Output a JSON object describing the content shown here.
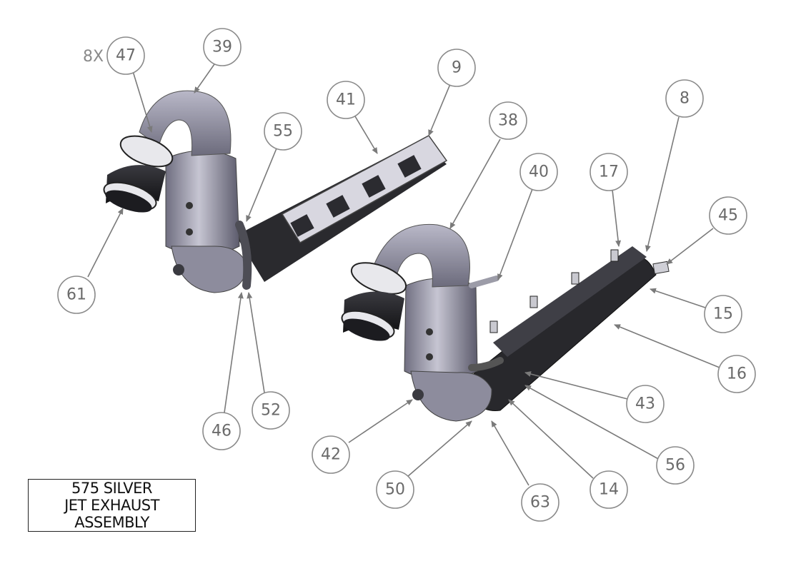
{
  "title_block": {
    "line1": "575 SILVER",
    "line2": "JET EXHAUST",
    "line3": "ASSEMBLY"
  },
  "quantity_note": "8X",
  "balloons": [
    {
      "id": "b47",
      "label": "47"
    },
    {
      "id": "b39",
      "label": "39"
    },
    {
      "id": "b9",
      "label": "9"
    },
    {
      "id": "b41",
      "label": "41"
    },
    {
      "id": "b38",
      "label": "38"
    },
    {
      "id": "b55",
      "label": "55"
    },
    {
      "id": "b8",
      "label": "8"
    },
    {
      "id": "b40",
      "label": "40"
    },
    {
      "id": "b17",
      "label": "17"
    },
    {
      "id": "b45",
      "label": "45"
    },
    {
      "id": "b61",
      "label": "61"
    },
    {
      "id": "b15",
      "label": "15"
    },
    {
      "id": "b16",
      "label": "16"
    },
    {
      "id": "b52",
      "label": "52"
    },
    {
      "id": "b46",
      "label": "46"
    },
    {
      "id": "b43",
      "label": "43"
    },
    {
      "id": "b42",
      "label": "42"
    },
    {
      "id": "b56",
      "label": "56"
    },
    {
      "id": "b50",
      "label": "50"
    },
    {
      "id": "b14",
      "label": "14"
    },
    {
      "id": "b63",
      "label": "63"
    }
  ]
}
